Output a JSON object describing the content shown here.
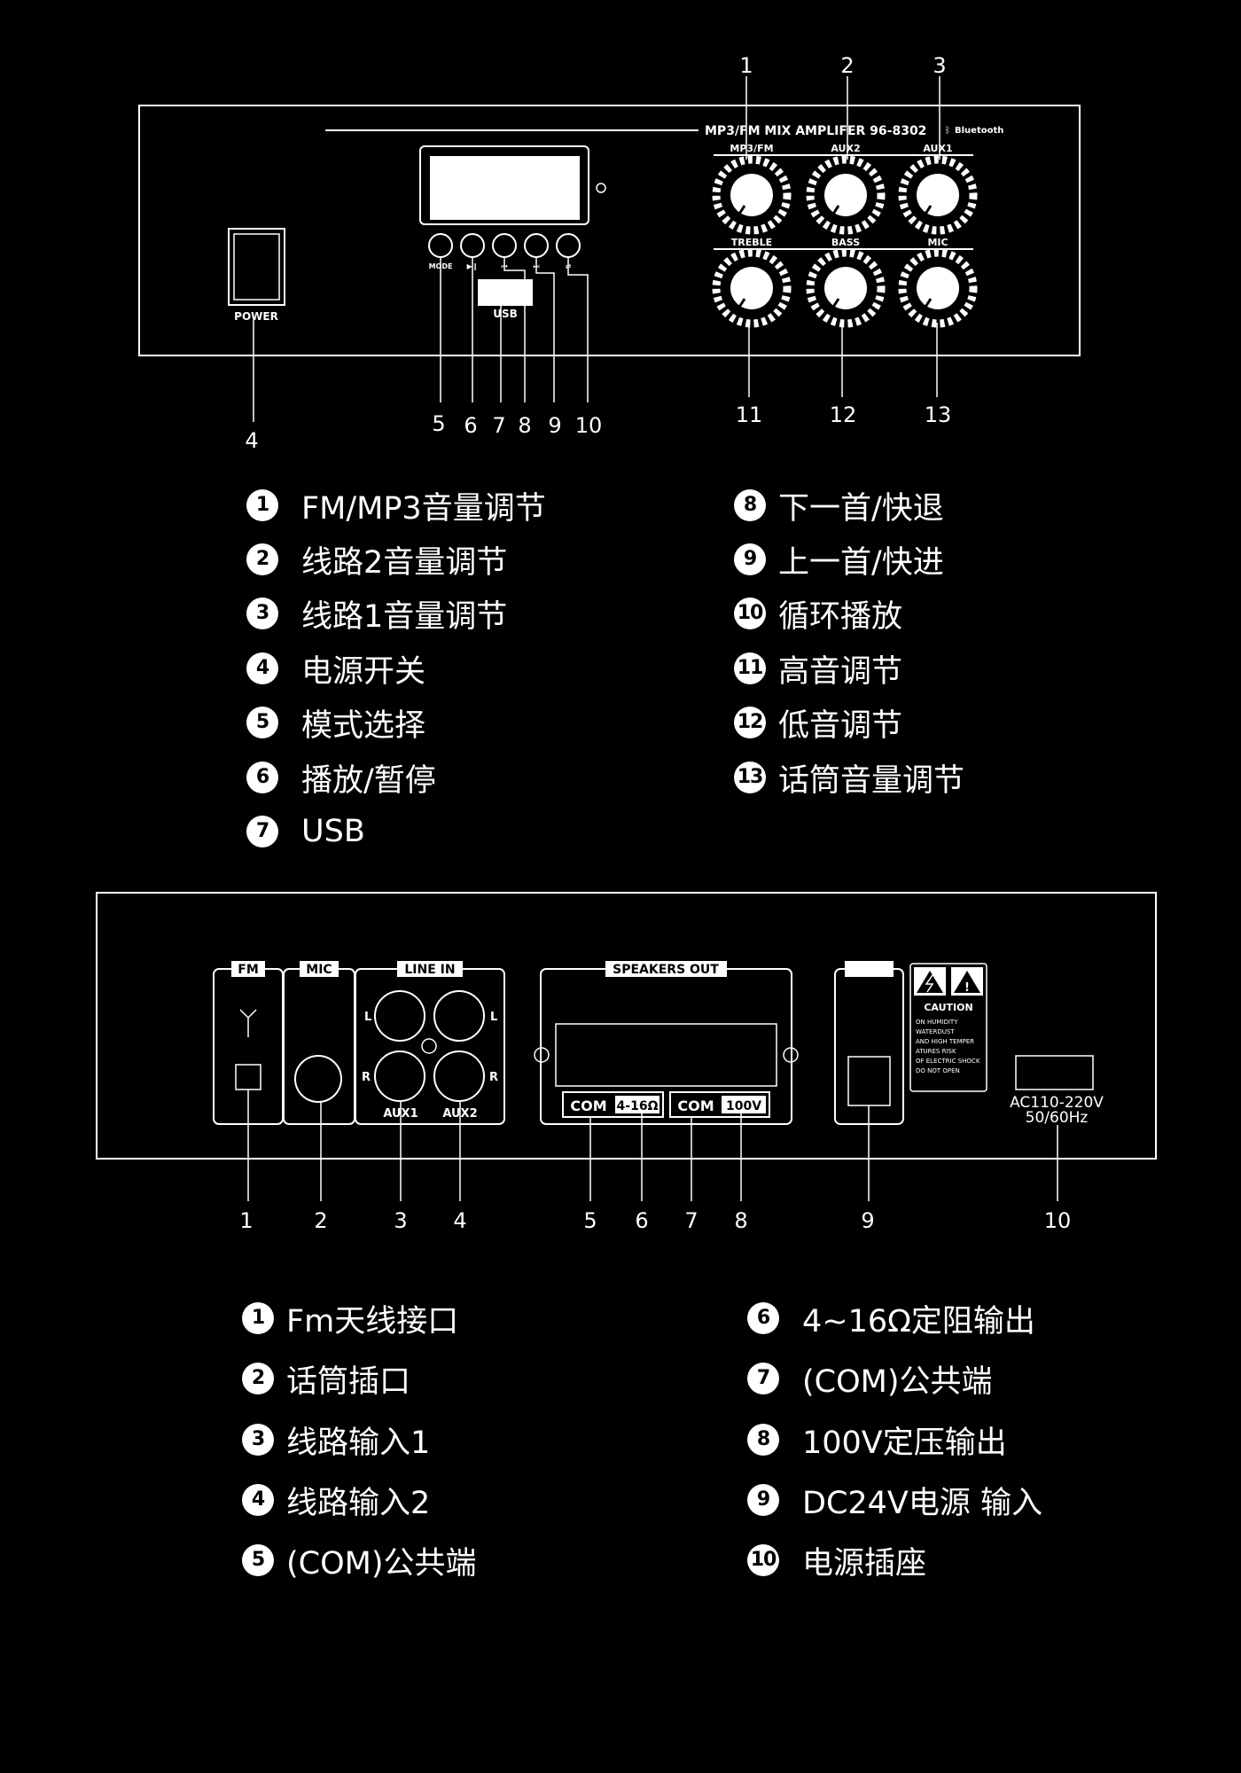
{
  "front_panel": {
    "model_title": "MP3/FM MIX AMPLIFER  96-8302",
    "bluetooth_label": "Bluetooth",
    "power_label": "POWER",
    "usb_label": "USB",
    "mode_label": "MODE",
    "play_pause_glyph": "▶❙",
    "prev_glyph": "⏮",
    "next_glyph": "⏭",
    "repeat_glyph": "⇄",
    "knob_row1": [
      "MP3/FM",
      "AUX2",
      "AUX1"
    ],
    "knob_row2": [
      "TREBLE",
      "BASS",
      "MIC"
    ],
    "callouts": [
      "1",
      "2",
      "3",
      "4",
      "5",
      "6",
      "7",
      "8",
      "9",
      "10",
      "11",
      "12",
      "13"
    ]
  },
  "front_legend_left": [
    {
      "num": "1",
      "text": "FM/MP3音量调节"
    },
    {
      "num": "2",
      "text": "线路2音量调节"
    },
    {
      "num": "3",
      "text": "线路1音量调节"
    },
    {
      "num": "4",
      "text": "电源开关"
    },
    {
      "num": "5",
      "text": "模式选择"
    },
    {
      "num": "6",
      "text": "播放/暂停"
    },
    {
      "num": "7",
      "text": "USB"
    }
  ],
  "front_legend_right": [
    {
      "num": "8",
      "text": "下一首/快退"
    },
    {
      "num": "9",
      "text": "上一首/快进"
    },
    {
      "num": "10",
      "text": "循环播放"
    },
    {
      "num": "11",
      "text": "高音调节"
    },
    {
      "num": "12",
      "text": "低音调节"
    },
    {
      "num": "13",
      "text": "话筒音量调节"
    }
  ],
  "rear_panel": {
    "fm_label": "FM",
    "mic_label": "MIC",
    "line_in_label": "LINE IN",
    "l_label": "L",
    "r_label": "R",
    "aux1_label": "AUX1",
    "aux2_label": "AUX2",
    "speakers_out_label": "SPEAKERS OUT",
    "com_label": "COM",
    "ohm_label": "4-16Ω",
    "v100_label": "100V",
    "caution_title": "CAUTION",
    "caution_lines": [
      "ON HUMIDITY",
      "WATERDUST",
      "AND HIGH TEMPER",
      "ATURES RISK",
      "OF ELECTRIC SHOCK",
      "DO NOT OPEN"
    ],
    "ac_line1": "AC110-220V",
    "ac_line2": "50/60Hz",
    "callouts": [
      "1",
      "2",
      "3",
      "4",
      "5",
      "6",
      "7",
      "8",
      "9",
      "10"
    ]
  },
  "rear_legend_left": [
    {
      "num": "1",
      "text": "Fm天线接口"
    },
    {
      "num": "2",
      "text": "话筒插口"
    },
    {
      "num": "3",
      "text": "线路输入1"
    },
    {
      "num": "4",
      "text": "线路输入2"
    },
    {
      "num": "5",
      "text": "(COM)公共端"
    }
  ],
  "rear_legend_right": [
    {
      "num": "6",
      "text": "4~16Ω定阻输出"
    },
    {
      "num": "7",
      "text": "(COM)公共端"
    },
    {
      "num": "8",
      "text": "100V定压输出"
    },
    {
      "num": "9",
      "text": "DC24V电源 输入"
    },
    {
      "num": "10",
      "text": "电源插座"
    }
  ]
}
